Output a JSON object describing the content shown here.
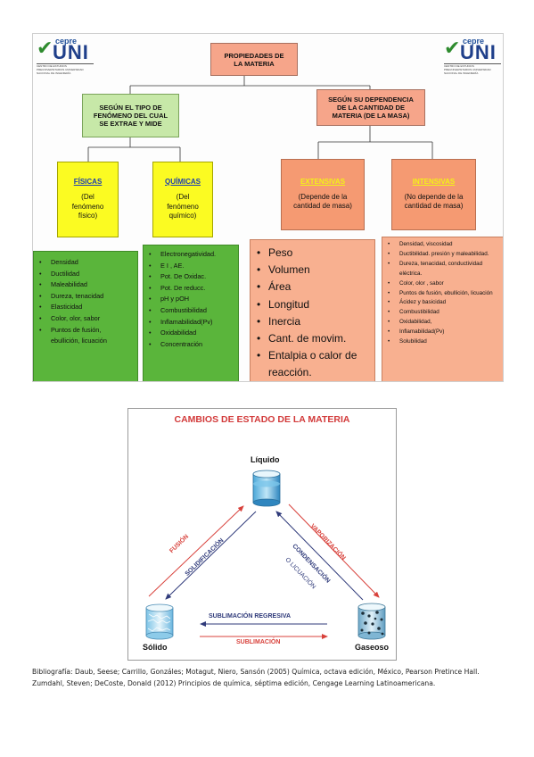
{
  "map": {
    "logo_small": "cepre",
    "logo_big": "UNI",
    "logo_tagline": "CENTRO DE ESTUDIOS PREUNIVERSITARIOS UNIVERSIDAD NACIONAL DE INGENIERÍA",
    "root": "PROPIEDADES DE LA MATERIA",
    "branch_left": "SEGÚN EL TIPO DE FENÓMENO DEL CUAL SE EXTRAE Y MIDE",
    "branch_right": "SEGÚN SU DEPENDENCIA DE LA CANTIDAD DE MATERIA (DE LA MASA)",
    "fisicas": {
      "title": "FÍSICAS",
      "desc": "(Del fenómeno físico)"
    },
    "quimicas": {
      "title": "QUÍMICAS",
      "desc": "(Del fenómeno químico)"
    },
    "extensivas": {
      "title": "EXTENSIVAS",
      "desc": "(Depende de la cantidad de masa)"
    },
    "intensivas": {
      "title": "INTENSIVAS",
      "desc": "(No depende de la cantidad de masa)"
    },
    "fisicas_list": [
      "Densidad",
      "Ductilidad",
      "Maleabilidad",
      "Dureza, tenacidad",
      "Elasticidad",
      "Color, olor, sabor",
      "Puntos de fusión, ebullición, licuación"
    ],
    "quimicas_list": [
      "Electronegatividad.",
      "E I , AE.",
      "Pot. De Oxidac.",
      "Pot. De reducc.",
      "pH y pOH",
      "Combustibilidad",
      "Inflamabilidad(Pv)",
      "Oxidabilidad",
      "Concentración"
    ],
    "extensivas_list": [
      "Peso",
      "Volumen",
      "Área",
      "Longitud",
      "Inercia",
      "Cant. de movim.",
      "Entalpia o calor de reacción."
    ],
    "intensivas_list": [
      "Densidad, viscosidad",
      "Ductibilidad. presión y maleabilidad.",
      "Dureza, tenacidad, conductividad eléctrica.",
      "Color, olor , sabor",
      "Puntos de fusión, ebullición, licuación",
      "Ácidez y basicidad",
      "Combustibilidad",
      "Oxidabilidad,",
      "Inflamabilidad(Pv)",
      "Solubilidad"
    ]
  },
  "states": {
    "title": "CAMBIOS DE ESTADO DE LA MATERIA",
    "liquid": "Líquido",
    "solid": "Sólido",
    "gas": "Gaseoso",
    "fusion": "FUSIÓN",
    "solidificacion": "SOLIDIFICACIÓN",
    "vaporizacion": "VAPORIZACIÓN",
    "condensacion": "CONDENSACIÓN",
    "licuacion": "O LICUACIÓN",
    "sublimacion_regresiva": "SUBLIMACIÓN REGRESIVA",
    "sublimacion": "SUBLIMACIÓN",
    "colors": {
      "red": "#d8413b",
      "navy": "#2f3a7a"
    }
  },
  "bibliography": "Bibliografía: Daub, Seese; Carrillo, Gonzáles; Motagut, Niero, Sansón (2005) Química, octava edición, México, Pearson Pretince Hall. Zumdahl, Steven; DeCoste, Donald (2012) Principios de química, séptima edición, Cengage Learning Latinoamericana."
}
